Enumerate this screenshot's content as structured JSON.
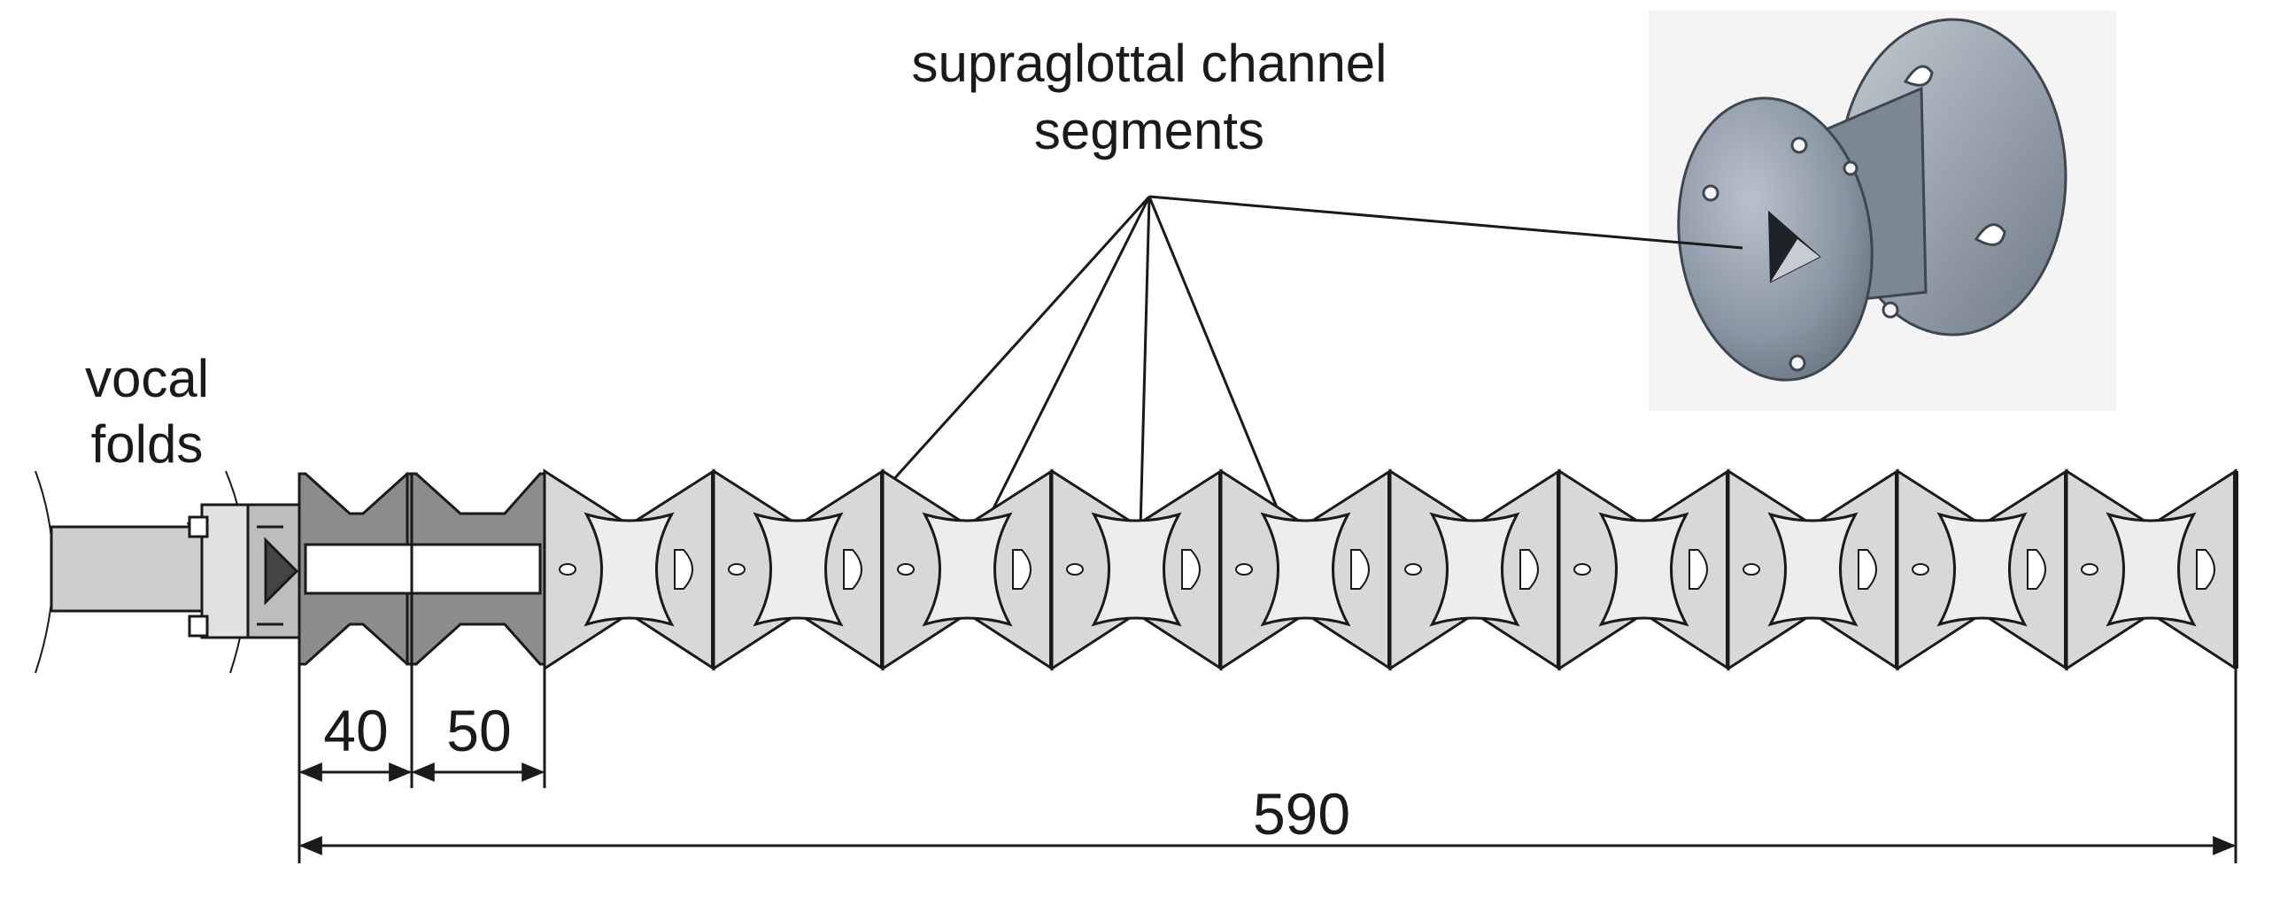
{
  "labels": {
    "supraglottal_line1": "supraglottal channel",
    "supraglottal_line2": "segments",
    "vocal_line1": "vocal",
    "vocal_line2": "folds"
  },
  "dimensions": {
    "d1": "40",
    "d2": "50",
    "total": "590"
  },
  "colors": {
    "line": "#1a1a1a",
    "segment_fill": "#d8d8d8",
    "dark_part": "#8c8c8c",
    "tube": "#cfcfcf",
    "render_bg": "#f4f4f4",
    "render_metal": "#8a96a3"
  }
}
